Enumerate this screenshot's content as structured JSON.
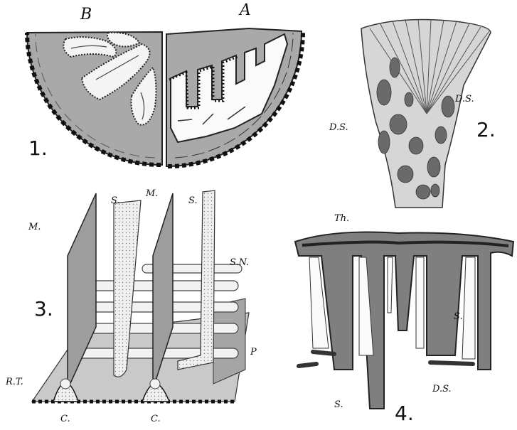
{
  "figures": {
    "fig1": {
      "number": "1.",
      "label_b": "B",
      "label_a": "A"
    },
    "fig2": {
      "number": "2.",
      "label_ds_right": "D.S.",
      "label_ds_left": "D.S."
    },
    "fig3": {
      "number": "3.",
      "label_m1": "M.",
      "label_s1": "S.",
      "label_m2": "M.",
      "label_s2": "S.",
      "label_sn": "S.N.",
      "label_p": "P",
      "label_rt": "R.T.",
      "label_c1": "C.",
      "label_c2": "C."
    },
    "fig4": {
      "number": "4.",
      "label_th": "Th.",
      "label_s_right": "S.",
      "label_s_bottom": "S.",
      "label_ds": "D.S."
    }
  }
}
